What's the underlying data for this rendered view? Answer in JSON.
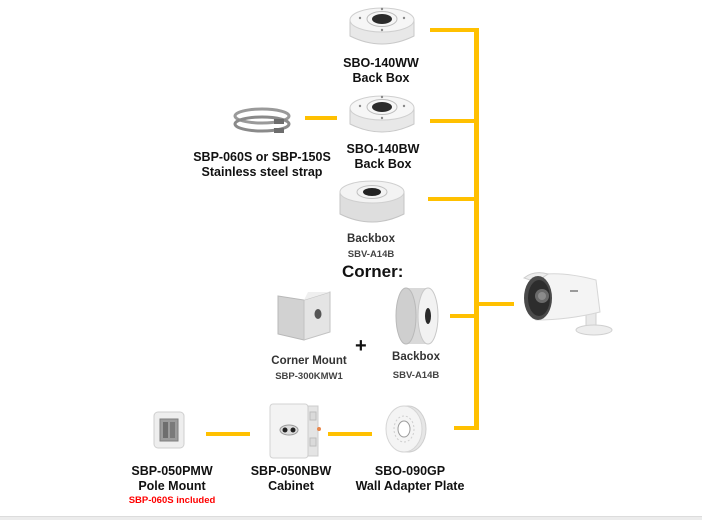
{
  "diagram": {
    "type": "accessory-compatibility-tree",
    "connector_color": "#ffc000",
    "note_color": "#ff0000",
    "center_device": {
      "name": "bullet-camera",
      "icon": "bullet-camera-icon"
    },
    "corner_heading": "Corner:",
    "plus_sign": "+",
    "items": {
      "sbo_140ww": {
        "model": "SBO-140WW",
        "desc": "Back Box",
        "icon": "back-box-icon"
      },
      "sbo_140bw": {
        "model": "SBO-140BW",
        "desc": "Back Box",
        "icon": "back-box-icon"
      },
      "strap": {
        "model": "SBP-060S or SBP-150S",
        "desc": "Stainless steel strap",
        "icon": "steel-strap-icon"
      },
      "backbox_a14b": {
        "desc": "Backbox",
        "model": "SBV-A14B",
        "icon": "backbox-icon"
      },
      "corner_mount": {
        "desc": "Corner Mount",
        "model": "SBP-300KMW1",
        "icon": "corner-mount-icon"
      },
      "corner_backbox": {
        "desc": "Backbox",
        "model": "SBV-A14B",
        "icon": "backbox-side-icon"
      },
      "pole_mount": {
        "model": "SBP-050PMW",
        "desc": "Pole Mount",
        "note": "SBP-060S included",
        "icon": "pole-mount-icon"
      },
      "cabinet": {
        "model": "SBP-050NBW",
        "desc": "Cabinet",
        "icon": "cabinet-icon"
      },
      "wall_plate": {
        "model": "SBO-090GP",
        "desc": "Wall Adapter Plate",
        "icon": "wall-adapter-plate-icon"
      }
    }
  }
}
